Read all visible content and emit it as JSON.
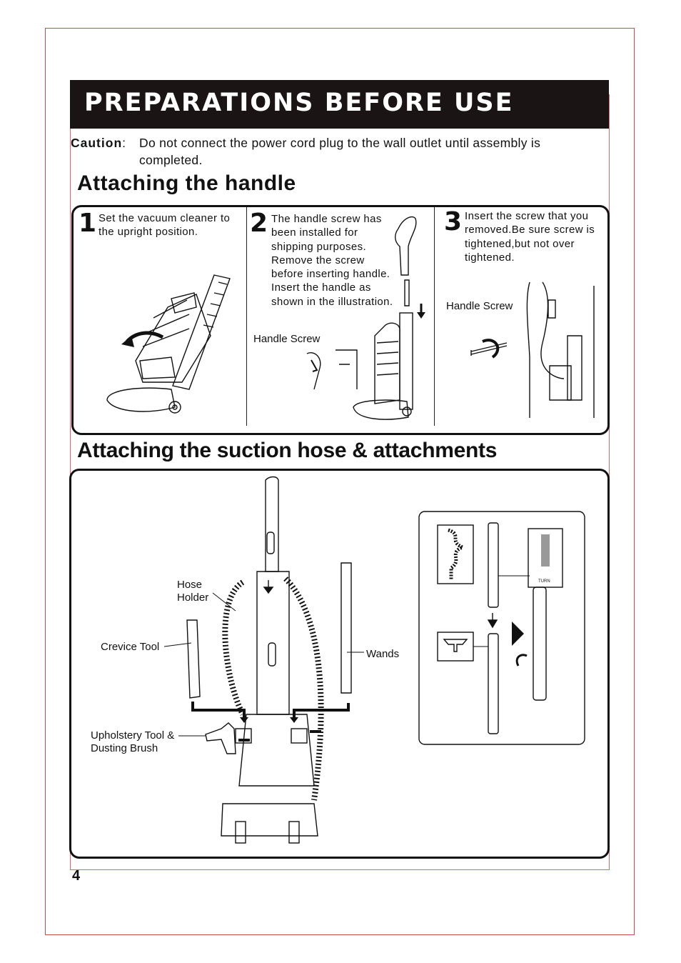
{
  "header": {
    "title": "PREPARATIONS BEFORE USE"
  },
  "caution": {
    "label": "Caution",
    "text": "Do not connect the power cord plug to the wall outlet until assembly is completed."
  },
  "section_handle": {
    "title": "Attaching the handle",
    "steps": [
      {
        "number": "1",
        "text": "Set the vacuum cleaner to the upright position."
      },
      {
        "number": "2",
        "text": "The handle screw has been installed for shipping purposes. Remove the screw before inserting handle. Insert the handle as shown in the illustration.",
        "label": "Handle Screw"
      },
      {
        "number": "3",
        "text": "Insert the screw that you removed.Be sure screw is tightened,but not over tightened.",
        "label": "Handle Screw"
      }
    ]
  },
  "section_hose": {
    "title": "Attaching the suction hose & attachments",
    "labels": {
      "hose_holder": "Hose Holder",
      "crevice_tool": "Crevice Tool",
      "wands": "Wands",
      "upholstery": "Upholstery Tool & Dusting Brush"
    },
    "turn_label": "TURN"
  },
  "page_number": "4"
}
